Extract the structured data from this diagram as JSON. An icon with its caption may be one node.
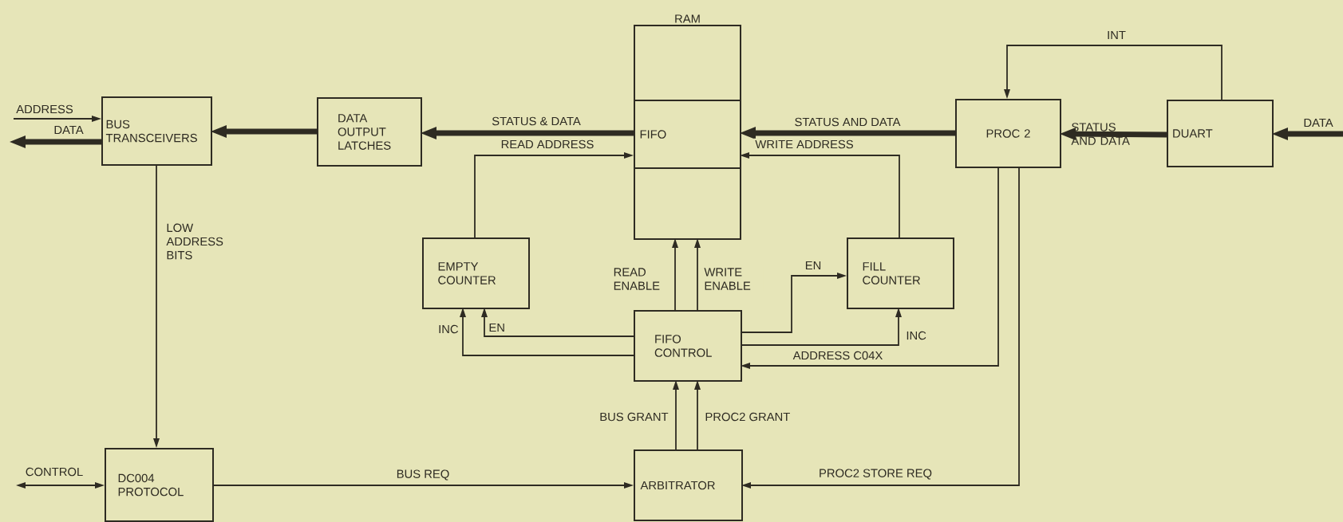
{
  "diagram": {
    "nodes": [
      {
        "text": [
          "BUS TRANSCEIVERS"
        ]
      },
      {
        "text": [
          "DATA OUTPUT LATCHES"
        ]
      },
      {
        "text": [
          "RAM"
        ]
      },
      {
        "text": [
          "FIFO"
        ],
        "in": 2
      },
      {
        "text": [
          "PROC 2"
        ]
      },
      {
        "text": [
          "DUART"
        ]
      },
      {
        "text": [
          "EMPTY COUNTER"
        ]
      },
      {
        "text": [
          "FILL COUNTER"
        ]
      },
      {
        "text": [
          "FIFO CONTROL"
        ]
      },
      {
        "text": [
          "DC004 PROTOCOL"
        ]
      },
      {
        "text": [
          "ARBITRATOR"
        ]
      }
    ],
    "edges": [
      {
        "from": null,
        "to": 0,
        "arrow": "to",
        "label": "ADDRESS"
      },
      {
        "from": 0,
        "to": null,
        "arrow": "to",
        "label": "DATA",
        "style": "thick"
      },
      {
        "from": 1,
        "to": 0,
        "arrow": "to",
        "style": "thick"
      },
      {
        "from": 3,
        "to": 1,
        "arrow": "to",
        "label": "STATUS & DATA",
        "style": "thick"
      },
      {
        "from": 4,
        "to": 3,
        "arrow": "to",
        "label": "STATUS AND DATA",
        "style": "thick"
      },
      {
        "from": 5,
        "to": 4,
        "arrow": "to",
        "label": "STATUS AND DATA",
        "style": "thick"
      },
      {
        "from": null,
        "to": 5,
        "arrow": "to",
        "label": "DATA",
        "style": "thick"
      },
      {
        "from": 5,
        "to": 4,
        "arrow": "to",
        "label": "INT"
      },
      {
        "from": 6,
        "to": 3,
        "arrow": "to",
        "label": "READ ADDRESS"
      },
      {
        "from": 7,
        "to": 3,
        "arrow": "to",
        "label": "WRITE ADDRESS"
      },
      {
        "from": 8,
        "to": 2,
        "arrow": "to",
        "label": "READ ENABLE"
      },
      {
        "from": 8,
        "to": 2,
        "arrow": "to",
        "label": "WRITE ENABLE"
      },
      {
        "from": 8,
        "to": 6,
        "arrow": "to",
        "label": "INC"
      },
      {
        "from": 8,
        "to": 6,
        "arrow": "to",
        "label": "EN"
      },
      {
        "from": 8,
        "to": 7,
        "arrow": "to",
        "label": "EN"
      },
      {
        "from": 8,
        "to": 7,
        "arrow": "to",
        "label": "INC"
      },
      {
        "from": 4,
        "to": 8,
        "arrow": "to",
        "label": "ADDRESS C04X"
      },
      {
        "from": 4,
        "to": 10,
        "arrow": "to",
        "label": "PROC2 STORE REQ"
      },
      {
        "from": 10,
        "to": 8,
        "arrow": "to",
        "label": "BUS GRANT"
      },
      {
        "from": 10,
        "to": 8,
        "arrow": "to",
        "label": "PROC2 GRANT"
      },
      {
        "from": 0,
        "to": 9,
        "arrow": "to",
        "label": "LOW ADDRESS BITS"
      },
      {
        "from": null,
        "to": 9,
        "arrow": "both",
        "label": "CONTROL"
      },
      {
        "from": 9,
        "to": 10,
        "arrow": "to",
        "label": "BUS REQ"
      }
    ]
  }
}
